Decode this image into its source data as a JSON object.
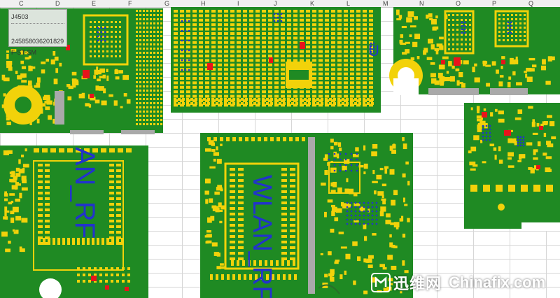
{
  "columns": [
    "C",
    "D",
    "E",
    "F",
    "G",
    "H",
    "I",
    "J",
    "K",
    "L",
    "M",
    "N",
    "O",
    "P",
    "Q"
  ],
  "tooltip": {
    "line1": "J4503",
    "line2": "245858036201829",
    "line3": "F-ST-SM"
  },
  "boards": {
    "left_bottom_label": "AN_RF",
    "center_label": "WLAN_RF",
    "center_top_label": "U"
  },
  "watermark": {
    "cn_text": "迅维网",
    "en_text": "Chinafix.com"
  },
  "colors": {
    "board": "#1f8a23",
    "pad": "#f2d20a",
    "marker": "#e8141b",
    "label": "#2233cc",
    "gray_pad": "#a9a9a9"
  }
}
